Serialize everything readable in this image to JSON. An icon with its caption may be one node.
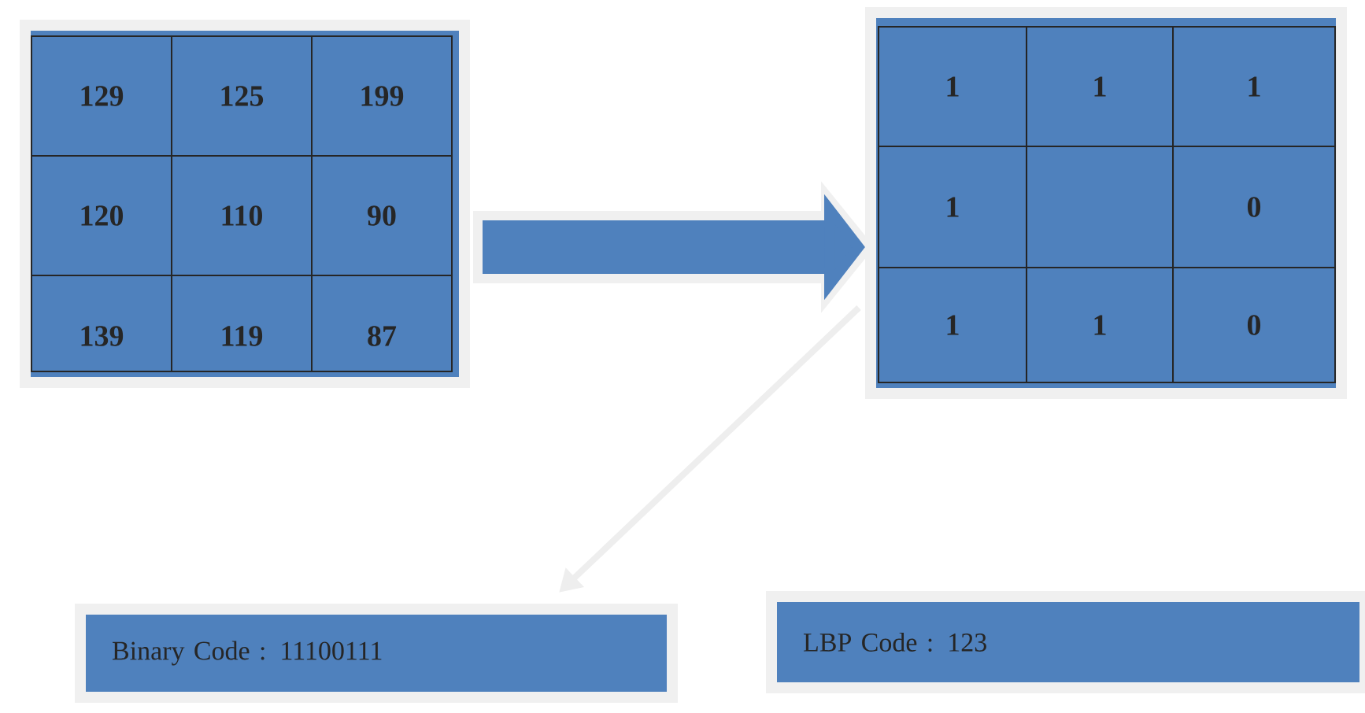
{
  "diagram": {
    "nodes": [
      {
        "text": [],
        "shape": "box"
      },
      {
        "text": [
          "129"
        ],
        "in": 0
      },
      {
        "text": [
          "125"
        ],
        "in": 0
      },
      {
        "text": [
          "199"
        ],
        "in": 0
      },
      {
        "text": [
          "120"
        ],
        "in": 0
      },
      {
        "text": [
          "110"
        ],
        "in": 0
      },
      {
        "text": [
          "90"
        ],
        "in": 0
      },
      {
        "text": [
          "139"
        ],
        "in": 0
      },
      {
        "text": [
          "119"
        ],
        "in": 0
      },
      {
        "text": [
          "87"
        ],
        "in": 0
      },
      {
        "text": [],
        "shape": "box"
      },
      {
        "text": [
          "1"
        ],
        "in": 10
      },
      {
        "text": [
          "1"
        ],
        "in": 10
      },
      {
        "text": [
          "1"
        ],
        "in": 10
      },
      {
        "text": [
          "1"
        ],
        "in": 10
      },
      {
        "text": [],
        "shape": "box",
        "in": 10
      },
      {
        "text": [
          "0"
        ],
        "in": 10
      },
      {
        "text": [
          "1"
        ],
        "in": 10
      },
      {
        "text": [
          "1"
        ],
        "in": 10
      },
      {
        "text": [
          "0"
        ],
        "in": 10
      },
      {
        "text": [
          "Binary Code : 11100111"
        ]
      },
      {
        "text": [
          "LBP Code : 123"
        ]
      }
    ],
    "edges": [
      {
        "from": 0,
        "to": 10,
        "arrow": "to",
        "style": "thick"
      },
      {
        "from": 10,
        "to": 20,
        "arrow": "to",
        "color": "#eeeeee"
      }
    ]
  }
}
